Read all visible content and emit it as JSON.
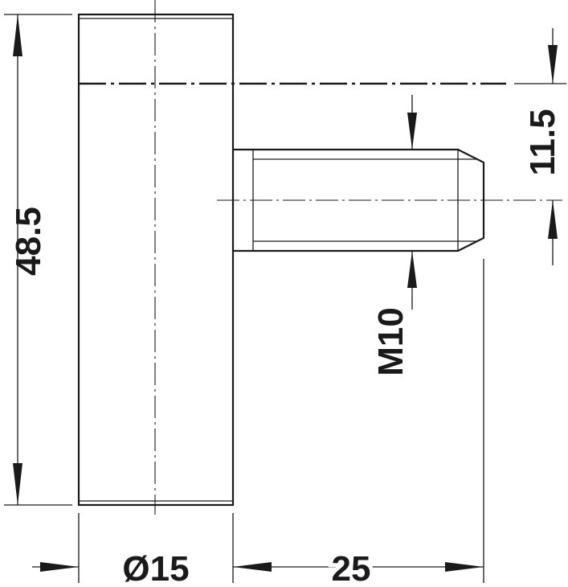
{
  "drawing": {
    "dimensions": {
      "height": "48.5",
      "diameter": "Ø15",
      "length": "25",
      "offset": "11.5",
      "thread": "M10"
    },
    "colors": {
      "line": "#1a1a1a",
      "background": "#ffffff"
    }
  }
}
